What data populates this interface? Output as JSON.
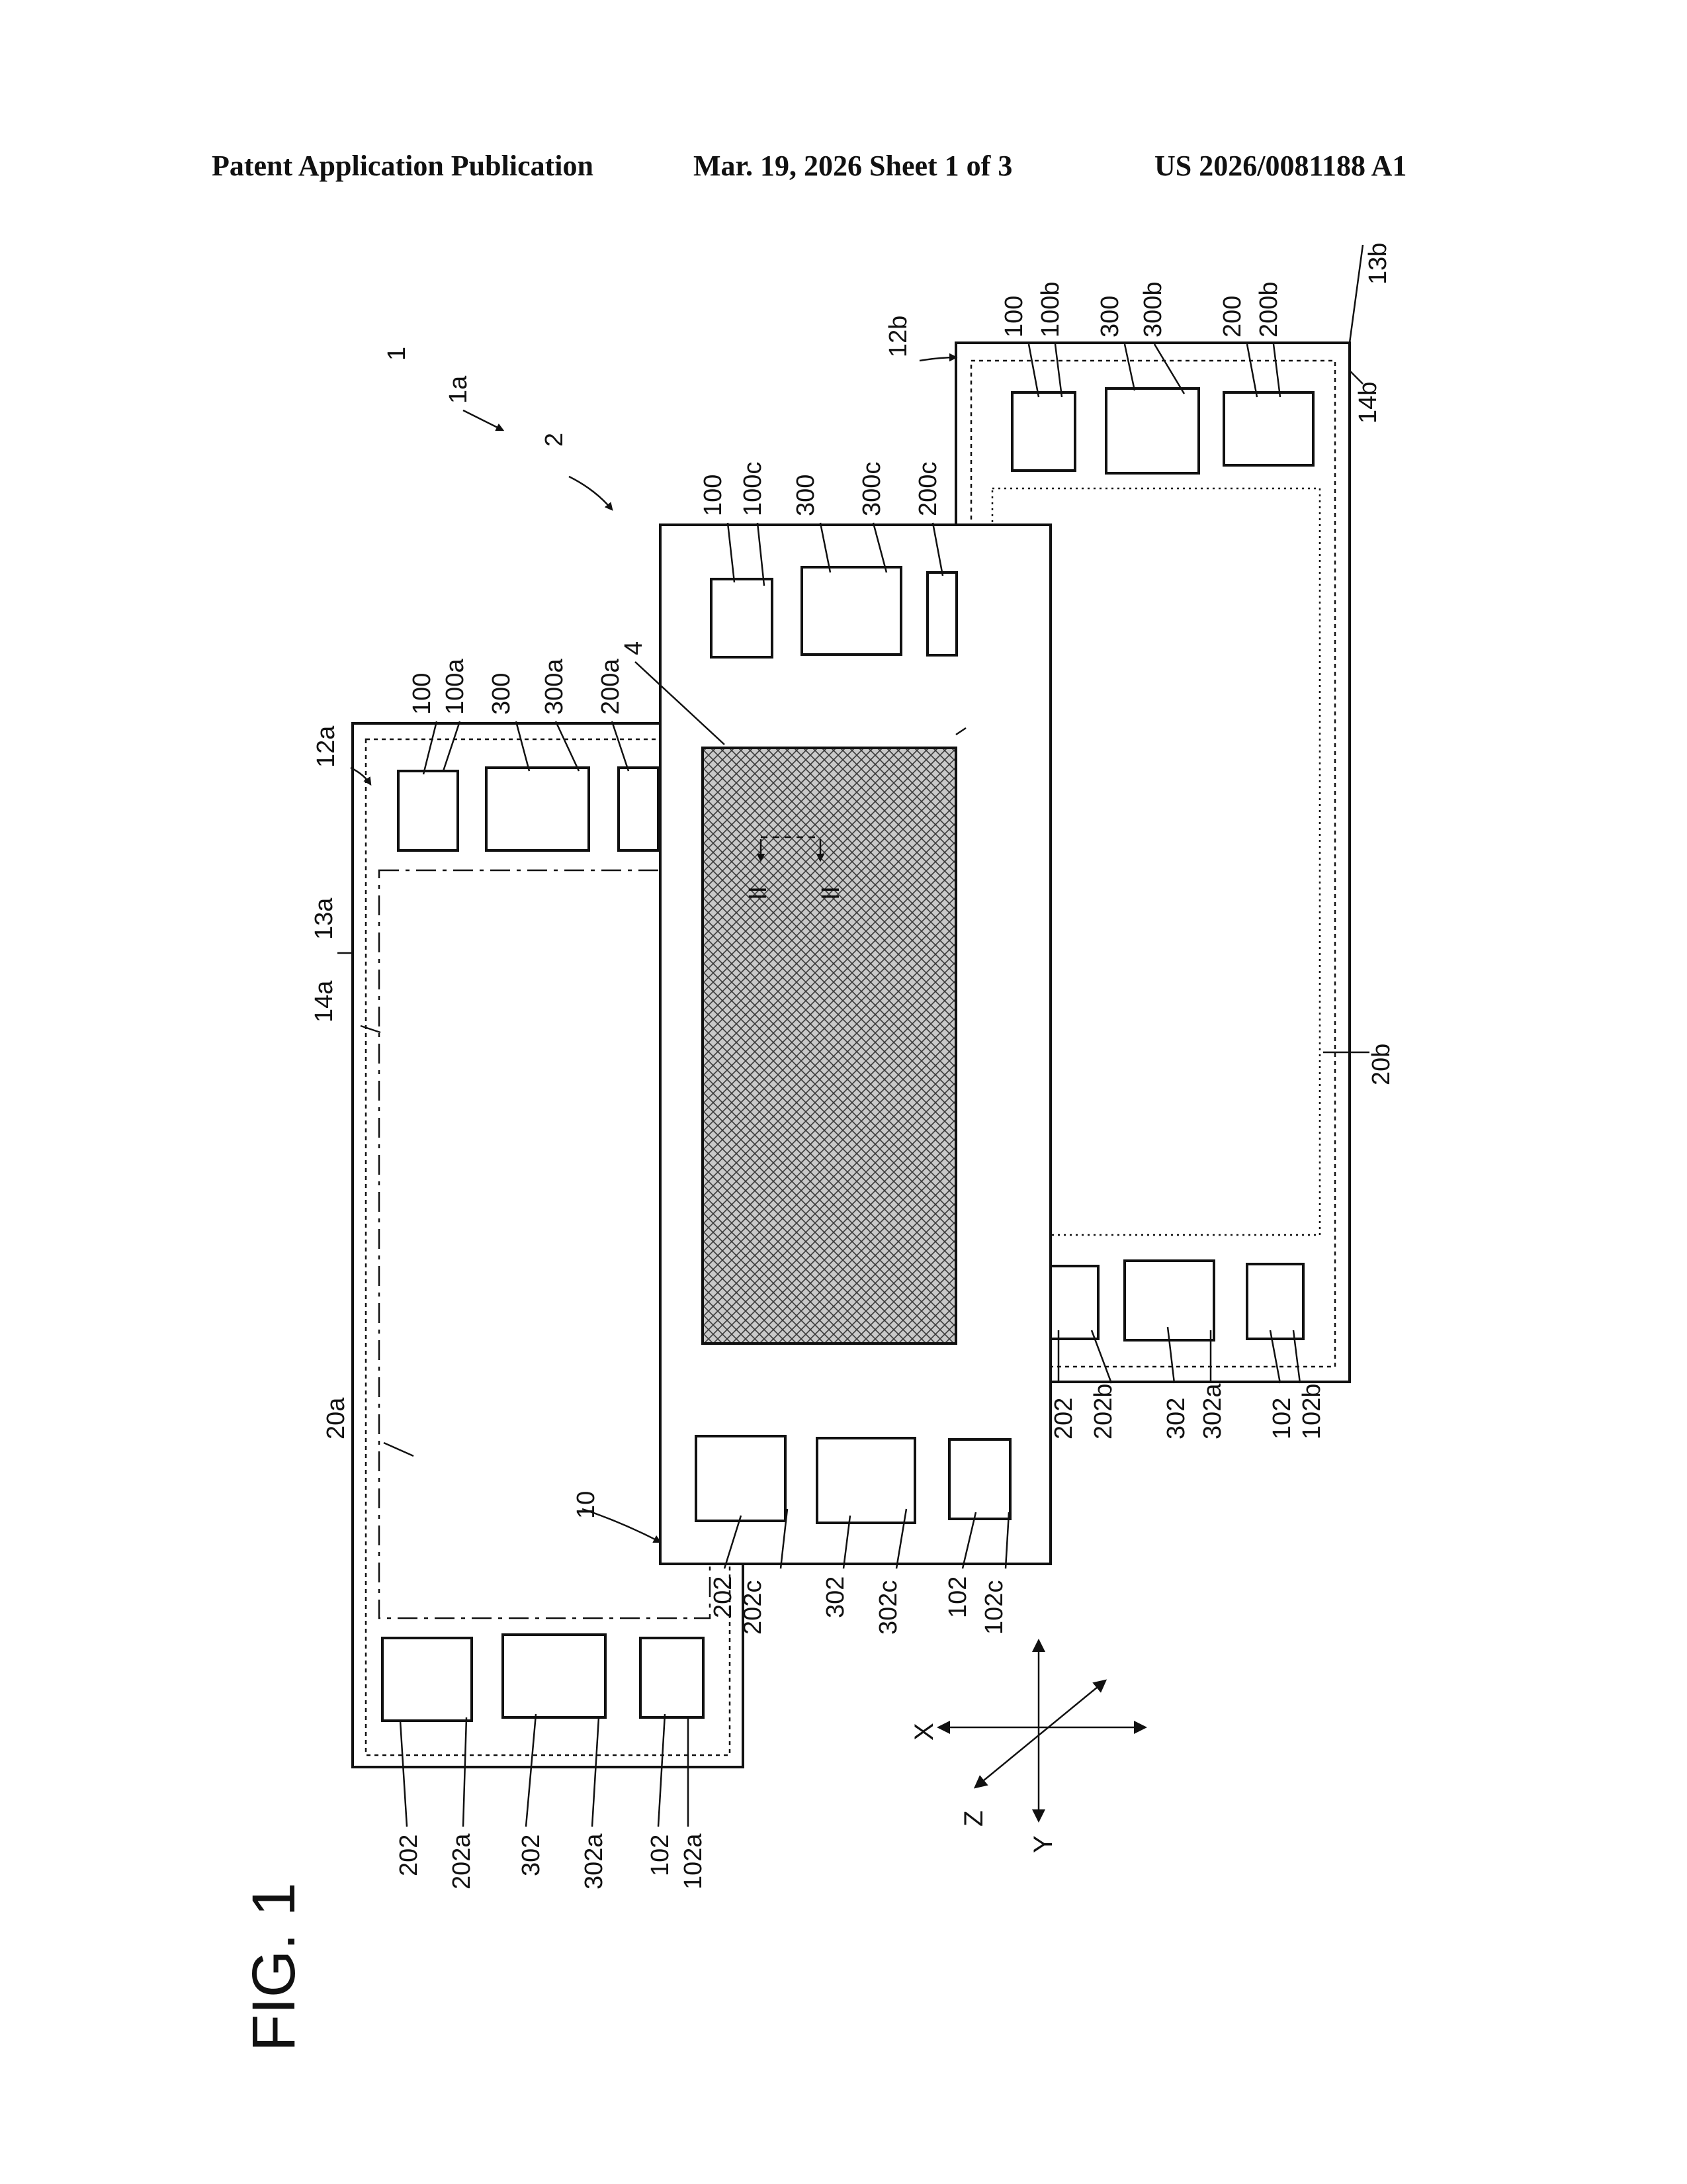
{
  "header": {
    "left": "Patent Application Publication",
    "center": "Mar. 19, 2026  Sheet 1 of 3",
    "right": "US 2026/0081188 A1"
  },
  "figure_label": "FIG. 1",
  "axes": {
    "x": "X",
    "y": "Y",
    "z": "Z"
  },
  "section_marker": "II",
  "ref": {
    "r1": "1",
    "r1a": "1a",
    "r2": "2",
    "r4": "4",
    "r10": "10",
    "r12a": "12a",
    "r13a": "13a",
    "r14a": "14a",
    "r20a": "20a",
    "r12b": "12b",
    "r13b": "13b",
    "r14b": "14b",
    "r20b": "20b",
    "r100": "100",
    "r100a": "100a",
    "r100b": "100b",
    "r100c": "100c",
    "r102": "102",
    "r102a": "102a",
    "r102b": "102b",
    "r102c": "102c",
    "r200": "200",
    "r200a": "200a",
    "r200b": "200b",
    "r200c": "200c",
    "r202": "202",
    "r202a": "202a",
    "r202b": "202b",
    "r202c": "202c",
    "r300": "300",
    "r300a": "300a",
    "r300b": "300b",
    "r300c": "300c",
    "r302": "302",
    "r302a": "302a",
    "r302c": "302c"
  }
}
